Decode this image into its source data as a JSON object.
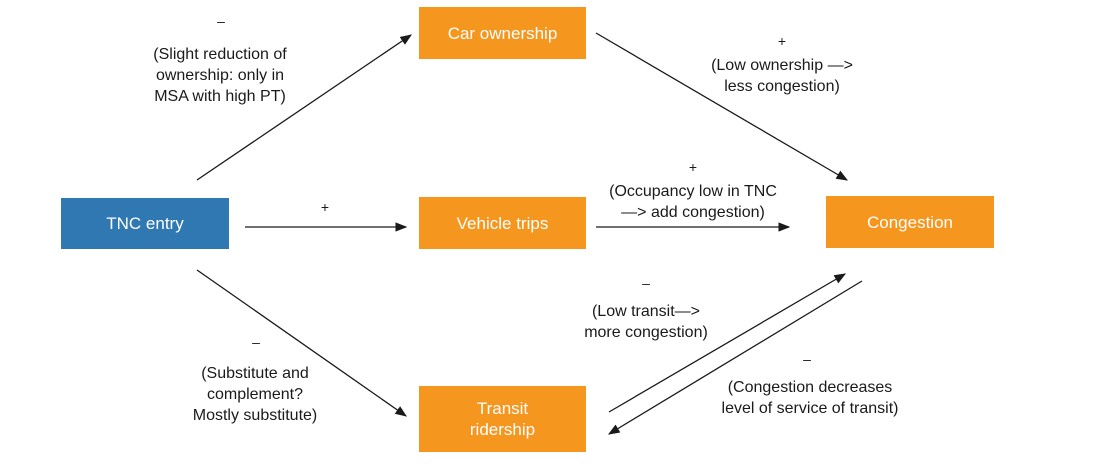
{
  "nodes": {
    "tnc_entry": "TNC entry",
    "car_ownership": "Car ownership",
    "vehicle_trips": "Vehicle trips",
    "congestion": "Congestion",
    "transit_ridership": "Transit\nridership"
  },
  "edges": {
    "tnc_to_ownership": {
      "sign": "–",
      "note": "(Slight reduction of\nownership: only in\nMSA with high PT)"
    },
    "ownership_to_congestion": {
      "sign": "+",
      "note": "(Low ownership —>\nless congestion)"
    },
    "tnc_to_trips": {
      "sign": "+"
    },
    "trips_to_congestion": {
      "sign": "+",
      "note": "(Occupancy low in TNC\n—> add congestion)"
    },
    "tnc_to_transit": {
      "sign": "–",
      "note": "(Substitute and\ncomplement?\nMostly substitute)"
    },
    "transit_to_congestion": {
      "sign": "–",
      "note": "(Low transit—>\nmore congestion)"
    },
    "congestion_to_transit": {
      "sign": "–",
      "note": "(Congestion decreases\nlevel of service of transit)"
    }
  },
  "colors": {
    "tnc": "#2f78b1",
    "node": "#f5961e",
    "arrow": "#1a1a1a"
  }
}
